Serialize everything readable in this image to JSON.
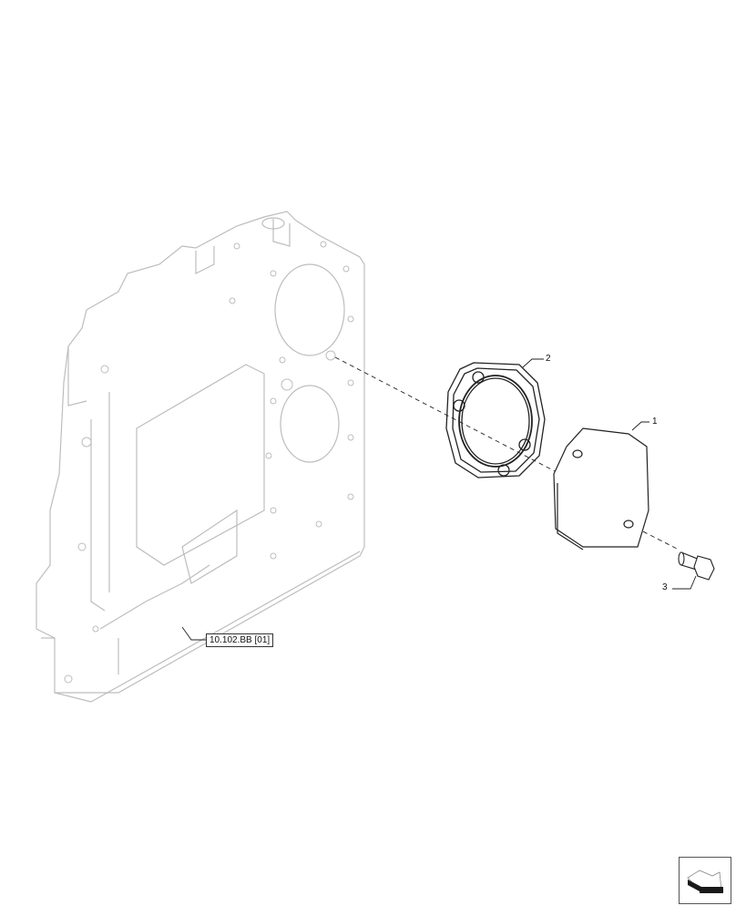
{
  "diagram": {
    "type": "exploded-parts-view",
    "callouts": [
      {
        "id": "1",
        "label": "1",
        "part": "cover-plate"
      },
      {
        "id": "2",
        "label": "2",
        "part": "gasket"
      },
      {
        "id": "3",
        "label": "3",
        "part": "flange-bolt"
      }
    ],
    "reference": {
      "label": "10.102.BB [01]",
      "part": "timing-housing"
    },
    "nav_icon": "next-page-arrow-icon",
    "colors": {
      "line": "#222222",
      "housing": "#bdbdbd",
      "nav_dark": "#1a1a1a"
    }
  }
}
